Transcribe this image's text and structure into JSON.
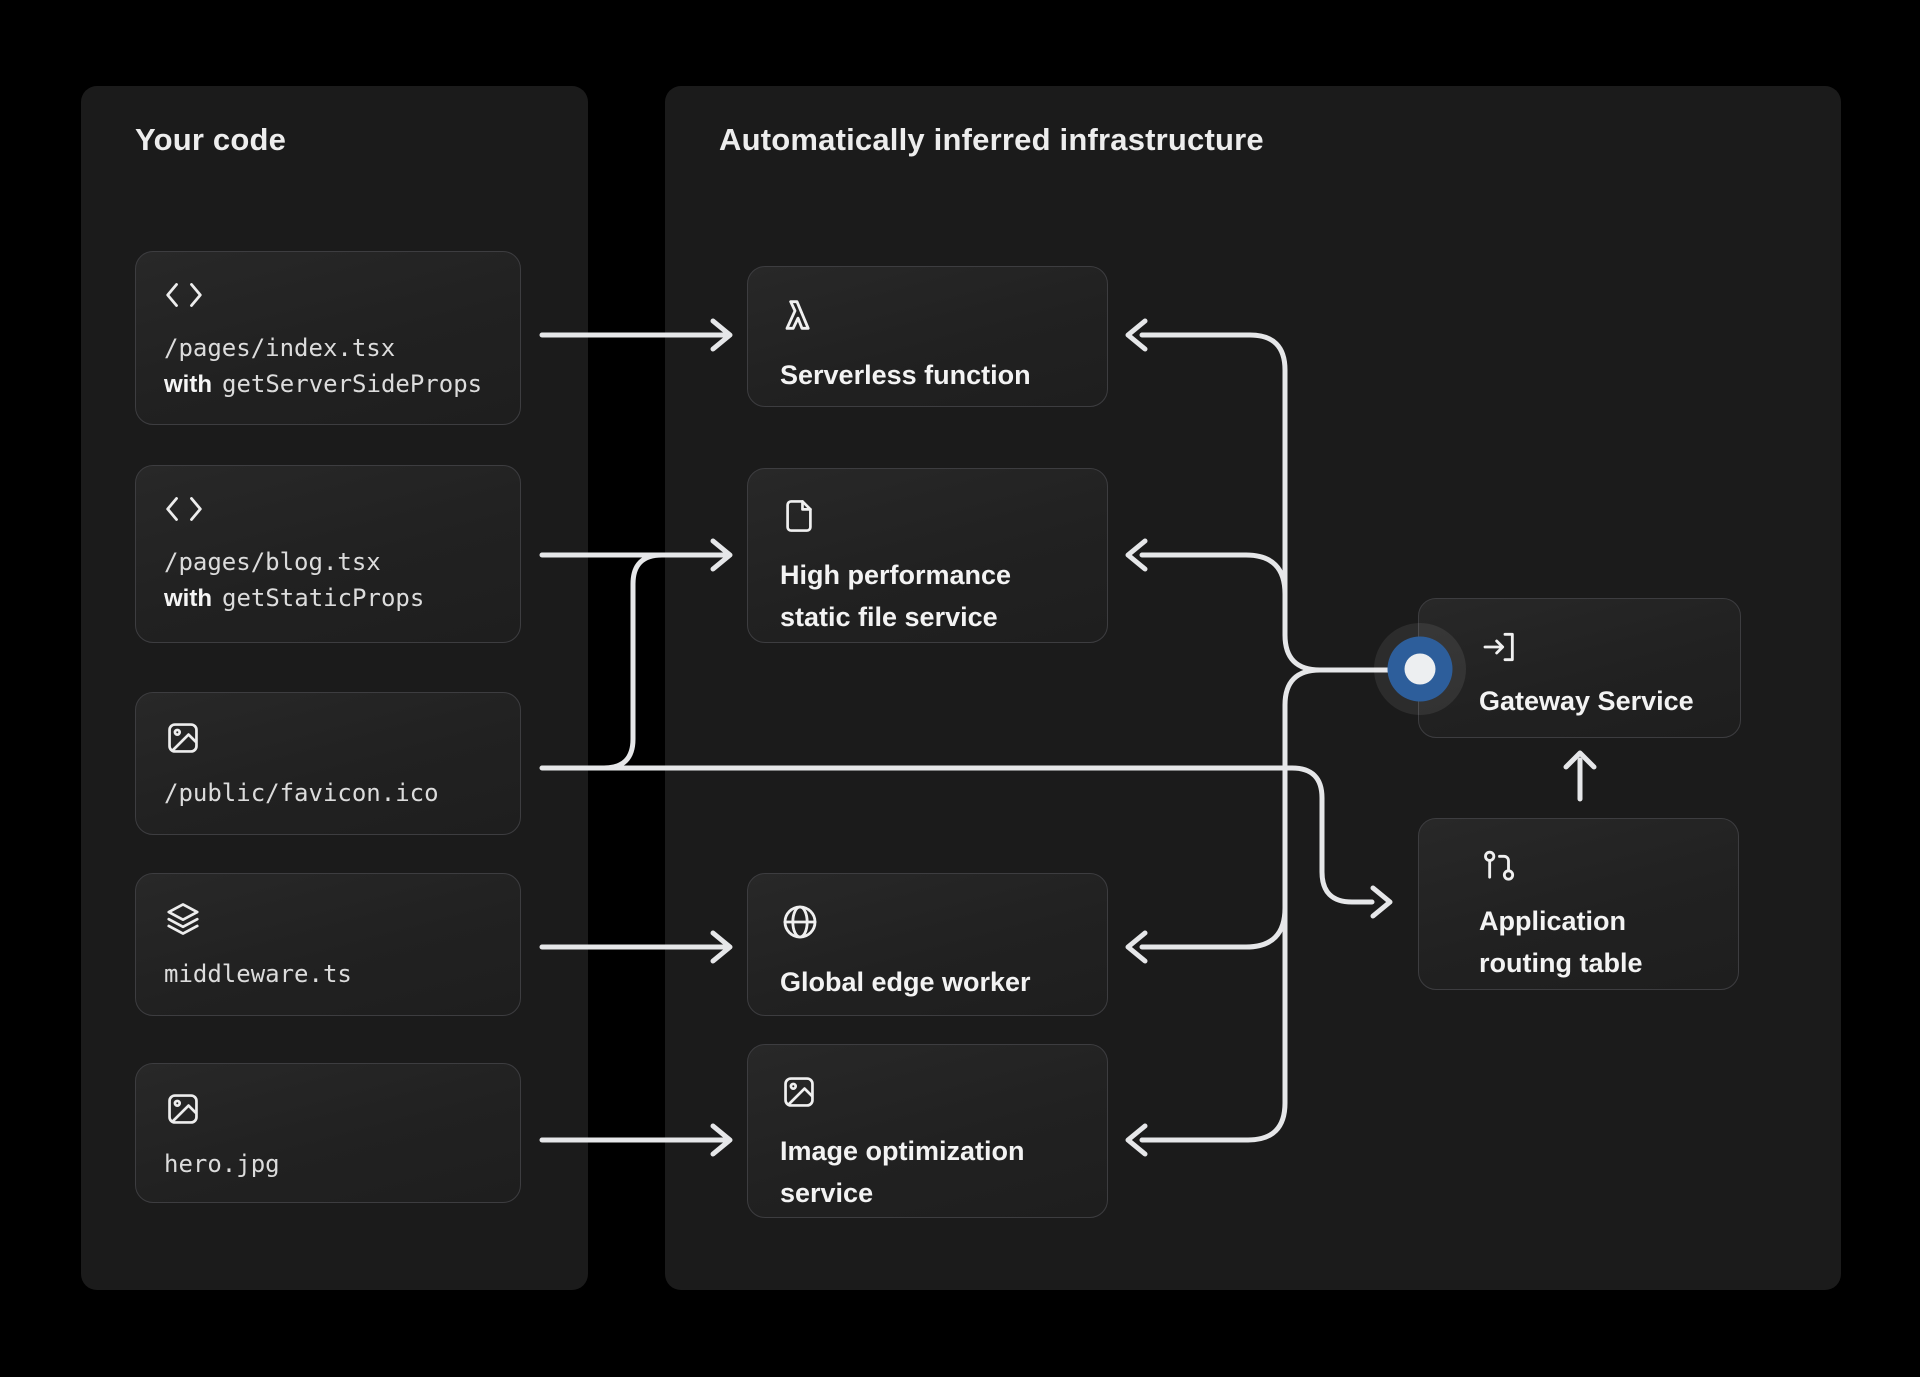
{
  "left_panel": {
    "title": "Your code",
    "cards": [
      {
        "icon": "code-icon",
        "line1": "/pages/index.tsx",
        "with_label": "with",
        "line2": "getServerSideProps"
      },
      {
        "icon": "code-icon",
        "line1": "/pages/blog.tsx",
        "with_label": "with",
        "line2": "getStaticProps"
      },
      {
        "icon": "image-icon",
        "line1": "/public/favicon.ico"
      },
      {
        "icon": "layers-icon",
        "line1": "middleware.ts"
      },
      {
        "icon": "image-icon",
        "line1": "hero.jpg"
      }
    ]
  },
  "right_panel": {
    "title": "Automatically inferred infrastructure",
    "services": [
      {
        "icon": "lambda-icon",
        "label": "Serverless function"
      },
      {
        "icon": "file-icon",
        "label": "High performance static file service"
      },
      {
        "icon": "globe-icon",
        "label": "Global edge worker"
      },
      {
        "icon": "image-icon",
        "label": "Image optimization service"
      }
    ],
    "gateway": {
      "icon": "enter-icon",
      "label": "Gateway Service"
    },
    "routing": {
      "icon": "route-icon",
      "label": "Application routing table"
    }
  },
  "colors": {
    "background": "#000000",
    "panel": "#1b1b1b",
    "card_border": "#3d3d40",
    "connector_line": "#e6e7e9",
    "gateway_node_blue": "#2d5e9b",
    "gateway_node_core": "#edeff1",
    "heading_text": "#ededed",
    "mono_text": "#dcdcdc"
  }
}
